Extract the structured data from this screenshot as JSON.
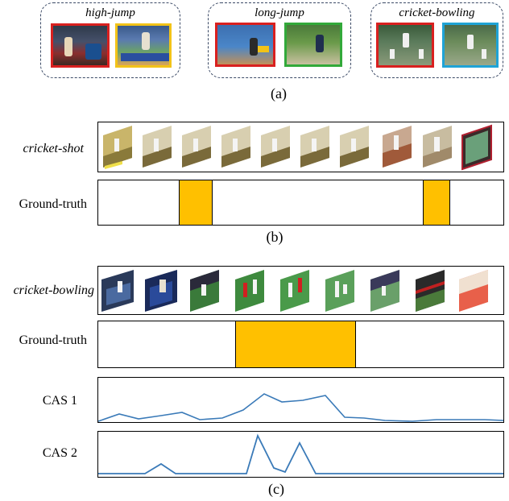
{
  "panel_a": {
    "label": "(a)",
    "groups": [
      {
        "title": "high-jump",
        "thumb_borders": [
          "#d9201f",
          "#f2c318"
        ]
      },
      {
        "title": "long-jump",
        "thumb_borders": [
          "#d9201f",
          "#32a93a"
        ]
      },
      {
        "title": "cricket-bowling",
        "thumb_borders": [
          "#d9201f",
          "#1fa3d6"
        ]
      }
    ]
  },
  "panel_b": {
    "label": "(b)",
    "row_label": "cricket-shot",
    "gt_label": "Ground-truth",
    "gt_color": "#ffc000"
  },
  "panel_c": {
    "label": "(c)",
    "row_label": "cricket-bowling",
    "gt_label": "Ground-truth",
    "cas1_label": "CAS 1",
    "cas2_label": "CAS 2",
    "line_color": "#3a7ab8"
  }
}
